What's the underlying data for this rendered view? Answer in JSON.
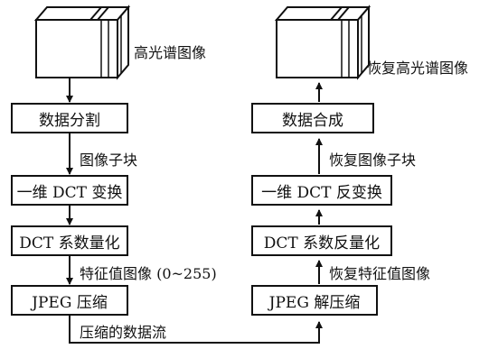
{
  "left": {
    "cube_label": "高光谱图像",
    "steps": [
      "数据分割",
      "一维 DCT 变换",
      "DCT 系数量化",
      "JPEG 压缩"
    ],
    "edge_labels": [
      "图像子块",
      "特征值图像 (0~255)",
      "压缩的数据流"
    ]
  },
  "right": {
    "cube_label": "恢复高光谱图像",
    "steps": [
      "数据合成",
      "一维 DCT 反变换",
      "DCT 系数反量化",
      "JPEG 解压缩"
    ],
    "edge_labels": [
      "恢复图像子块",
      "恢复特征值图像"
    ]
  }
}
